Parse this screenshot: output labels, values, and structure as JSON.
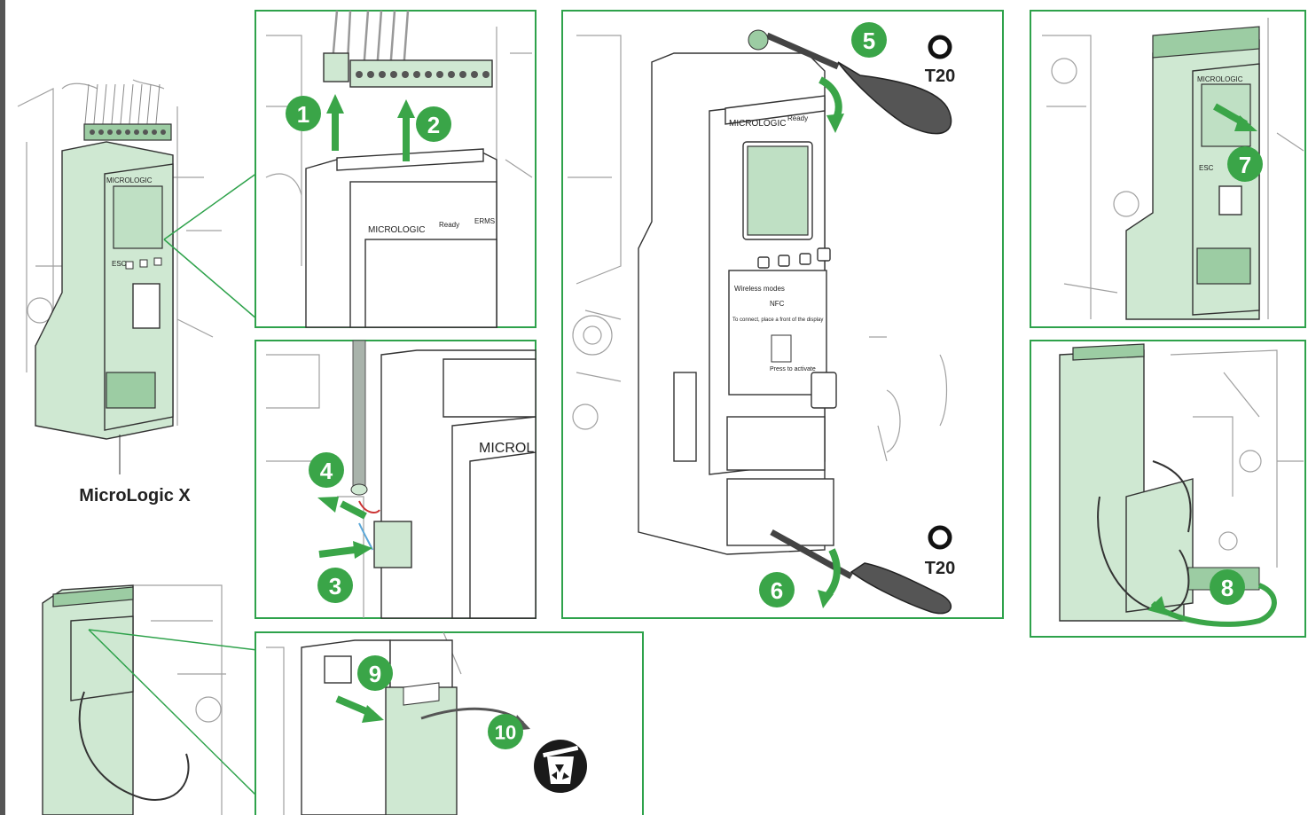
{
  "caption": "MicroLogic X",
  "brand": "MICROLOGIC",
  "brand_short": "MICROL",
  "status": "Ready",
  "status_ermms": "ERMS",
  "esc_label": "ESC",
  "wireless_label": "Wireless modes",
  "nfc_label": "NFC",
  "connect_hint": "To connect, place a front of the display",
  "press_label": "Press to activate",
  "tool_top": "T20",
  "tool_bottom": "T20",
  "steps": [
    "1",
    "2",
    "3",
    "4",
    "5",
    "6",
    "7",
    "8",
    "9",
    "10"
  ],
  "colors": {
    "accent": "#3aa548",
    "panel_border": "#2ea24b",
    "module": "#cfe8d2"
  },
  "icons": [
    "torx-icon",
    "torx-icon",
    "recycle-bin-icon"
  ]
}
